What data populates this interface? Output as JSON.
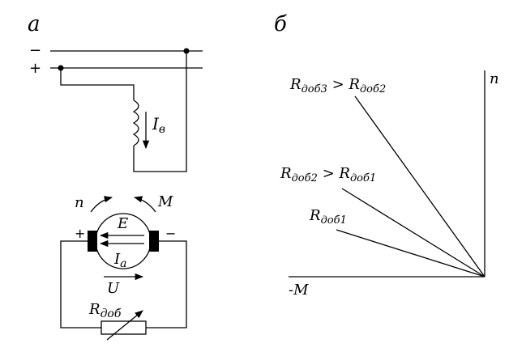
{
  "panel_a": {
    "label": "а",
    "minus_sign": "−",
    "plus_sign": "+",
    "field_current": "I",
    "field_current_sub": "в",
    "speed": "n",
    "torque": "M",
    "emf": "E",
    "armature_current": "I",
    "armature_current_sub": "a",
    "voltage": "U",
    "brush_plus": "+",
    "brush_minus": "−",
    "resistor": "R",
    "resistor_sub": "доб"
  },
  "panel_b": {
    "label": "б",
    "y_axis": "n",
    "x_axis": "-M",
    "lines": [
      {
        "main": "R",
        "sub": "доб3",
        "rel": " > ",
        "main2": "R",
        "sub2": "доб2"
      },
      {
        "main": "R",
        "sub": "доб2",
        "rel": " > ",
        "main2": "R",
        "sub2": "доб1"
      },
      {
        "main": "R",
        "sub": "доб1"
      }
    ]
  }
}
